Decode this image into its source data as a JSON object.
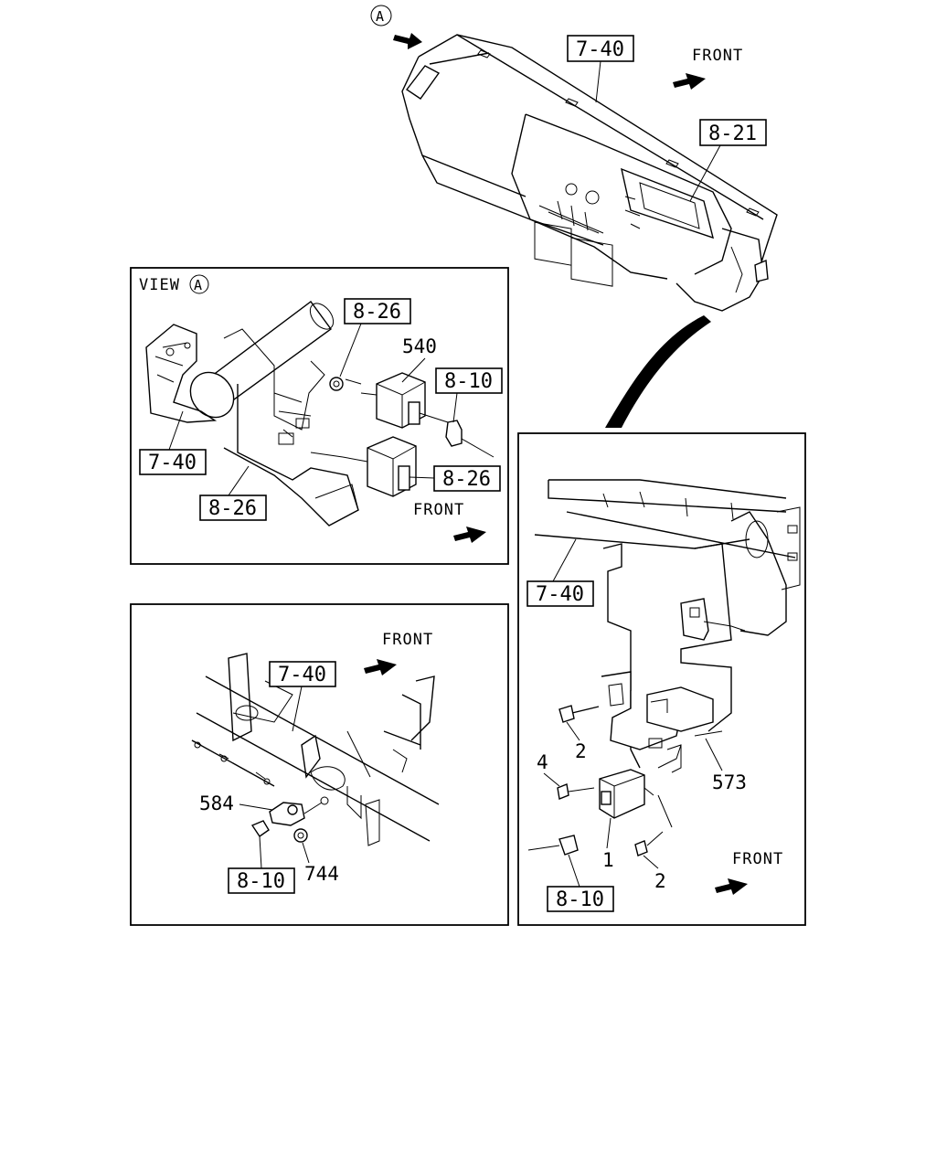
{
  "top": {
    "view_marker": "A",
    "ref_dashboard": "7-40",
    "ref_meter": "8-21",
    "front_label": "FRONT"
  },
  "view_a": {
    "title": "VIEW",
    "marker": "A",
    "ref_nut": "8-26",
    "part_upper": "540",
    "ref_harness": "8-10",
    "ref_lower_unit": "8-26",
    "ref_frame": "7-40",
    "ref_bracket": "8-26",
    "front_label": "FRONT"
  },
  "bottom_left": {
    "front_label": "FRONT",
    "ref_frame": "7-40",
    "part_relay": "584",
    "ref_harness": "8-10",
    "part_nut": "744"
  },
  "right_panel": {
    "ref_frame": "7-40",
    "bolt_upper": "2",
    "bolt_lower": "2",
    "screw": "4",
    "bracket": "573",
    "unit": "1",
    "ref_harness": "8-10",
    "front_label": "FRONT"
  }
}
